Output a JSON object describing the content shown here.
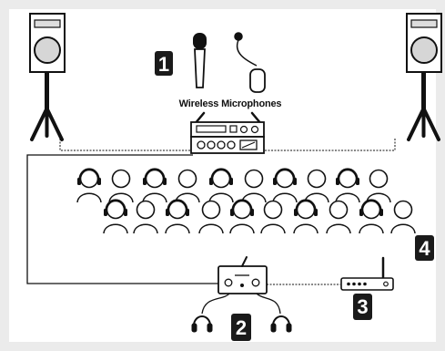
{
  "colors": {
    "border": "#ebebeb",
    "ink": "#111111",
    "badge": "#1a1a1a",
    "badge_text": "#ffffff",
    "speaker_grey": "#d6d6d6",
    "hs_fill": "#ffffff"
  },
  "labels": {
    "microphones": "Wireless Microphones",
    "step1": "1",
    "step2": "2",
    "step3": "3",
    "step4": "4"
  },
  "icons": {
    "left_speaker": "speaker-on-stand-icon",
    "right_speaker": "speaker-on-stand-icon",
    "handheld_mic": "handheld-microphone-icon",
    "lavalier_mic": "lavalier-microphone-icon",
    "receiver": "wireless-receiver-icon",
    "transmitter": "audio-transmitter-icon",
    "router": "wireless-router-icon",
    "headphones": "headphones-icon",
    "listener": "listener-with-headphones-icon"
  }
}
